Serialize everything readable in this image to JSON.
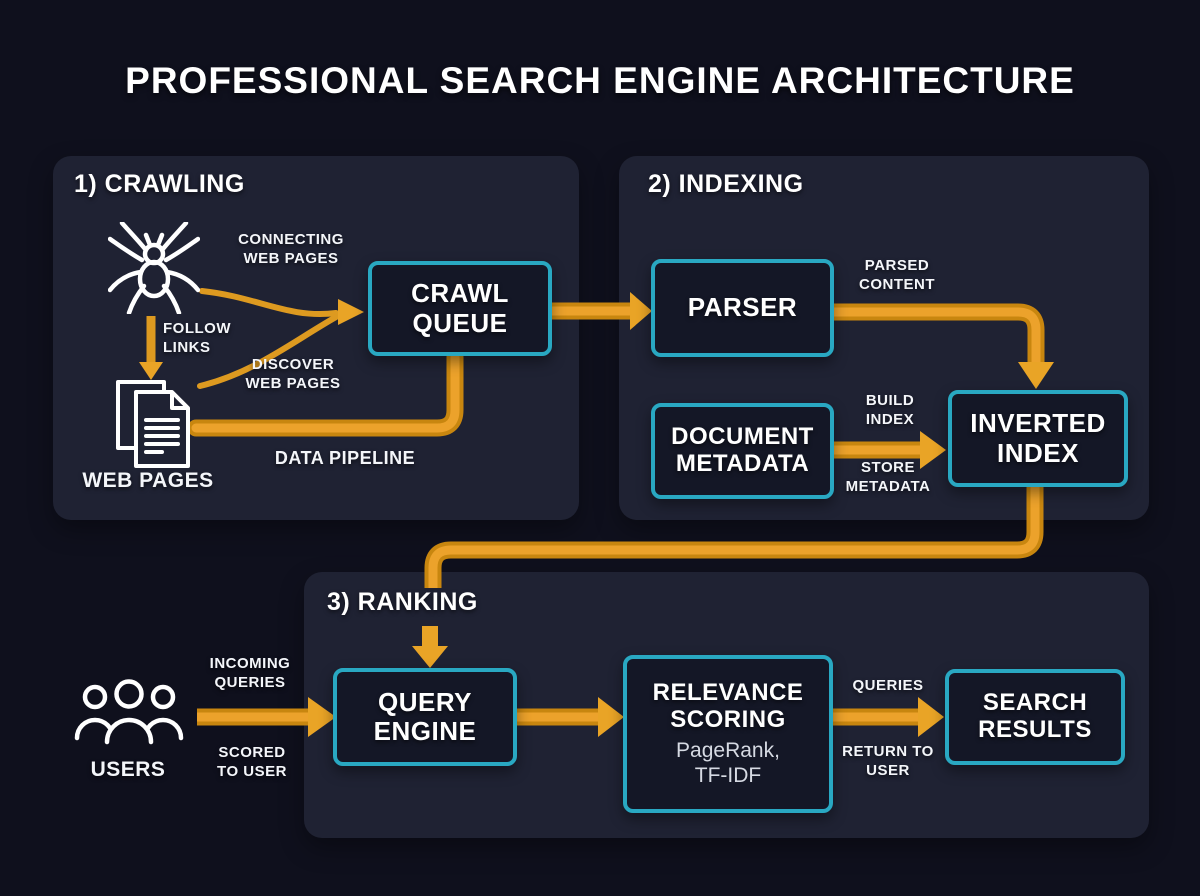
{
  "title": "PROFESSIONAL SEARCH ENGINE ARCHITECTURE",
  "colors": {
    "background": "#0f101d",
    "panel": "#1f2233",
    "node_fill": "#141726",
    "node_border_teal": "#29a8c2",
    "pipe_orange_dark": "#c8860f",
    "pipe_orange": "#dd9a20",
    "pipe_orange_light": "#f0ad33",
    "text": "#ffffff",
    "subtext": "#d6dae3"
  },
  "sections": {
    "crawling": {
      "heading": "1) CRAWLING"
    },
    "indexing": {
      "heading": "2) INDEXING"
    },
    "ranking": {
      "heading": "3) RANKING"
    }
  },
  "nodes": {
    "crawl_queue": {
      "label": "CRAWL\nQUEUE"
    },
    "parser": {
      "label": "PARSER"
    },
    "document_metadata": {
      "label": "DOCUMENT\nMETADATA"
    },
    "inverted_index": {
      "label": "INVERTED\nINDEX"
    },
    "query_engine": {
      "label": "QUERY\nENGINE"
    },
    "relevance_scoring": {
      "label": "RELEVANCE\nSCORING",
      "sublabel": "PageRank,\nTF-IDF"
    },
    "search_results": {
      "label": "SEARCH\nRESULTS"
    }
  },
  "actors": {
    "web_pages": {
      "label": "WEB PAGES",
      "icon": "documents-icon"
    },
    "users": {
      "label": "USERS",
      "icon": "users-icon"
    },
    "crawler": {
      "icon": "spider-icon"
    }
  },
  "edge_labels": {
    "connecting_web_pages": "CONNECTING\nWEB PAGES",
    "follow_links": "FOLLOW\nLINKS",
    "discover_web_pages": "DISCOVER\nWEB PAGES",
    "data_pipeline": "DATA PIPELINE",
    "parsed_content": "PARSED\nCONTENT",
    "build_index": "BUILD\nINDEX",
    "store_metadata": "STORE\nMETADATA",
    "incoming_queries": "INCOMING\nQUERIES",
    "scored_to_user": "SCORED\nTO USER",
    "queries": "QUERIES",
    "return_to_user": "RETURN TO\nUSER"
  }
}
